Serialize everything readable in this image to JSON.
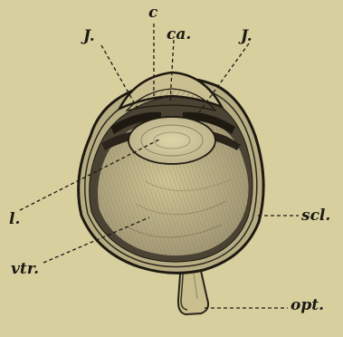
{
  "figure": {
    "labels": {
      "iris_left": "J.",
      "cornea": "c",
      "anterior_chamber": "ca.",
      "iris_right": "J.",
      "lens": "l.",
      "sclera": "scl.",
      "vitreous": "vtr.",
      "optic_nerve": "opt."
    }
  }
}
